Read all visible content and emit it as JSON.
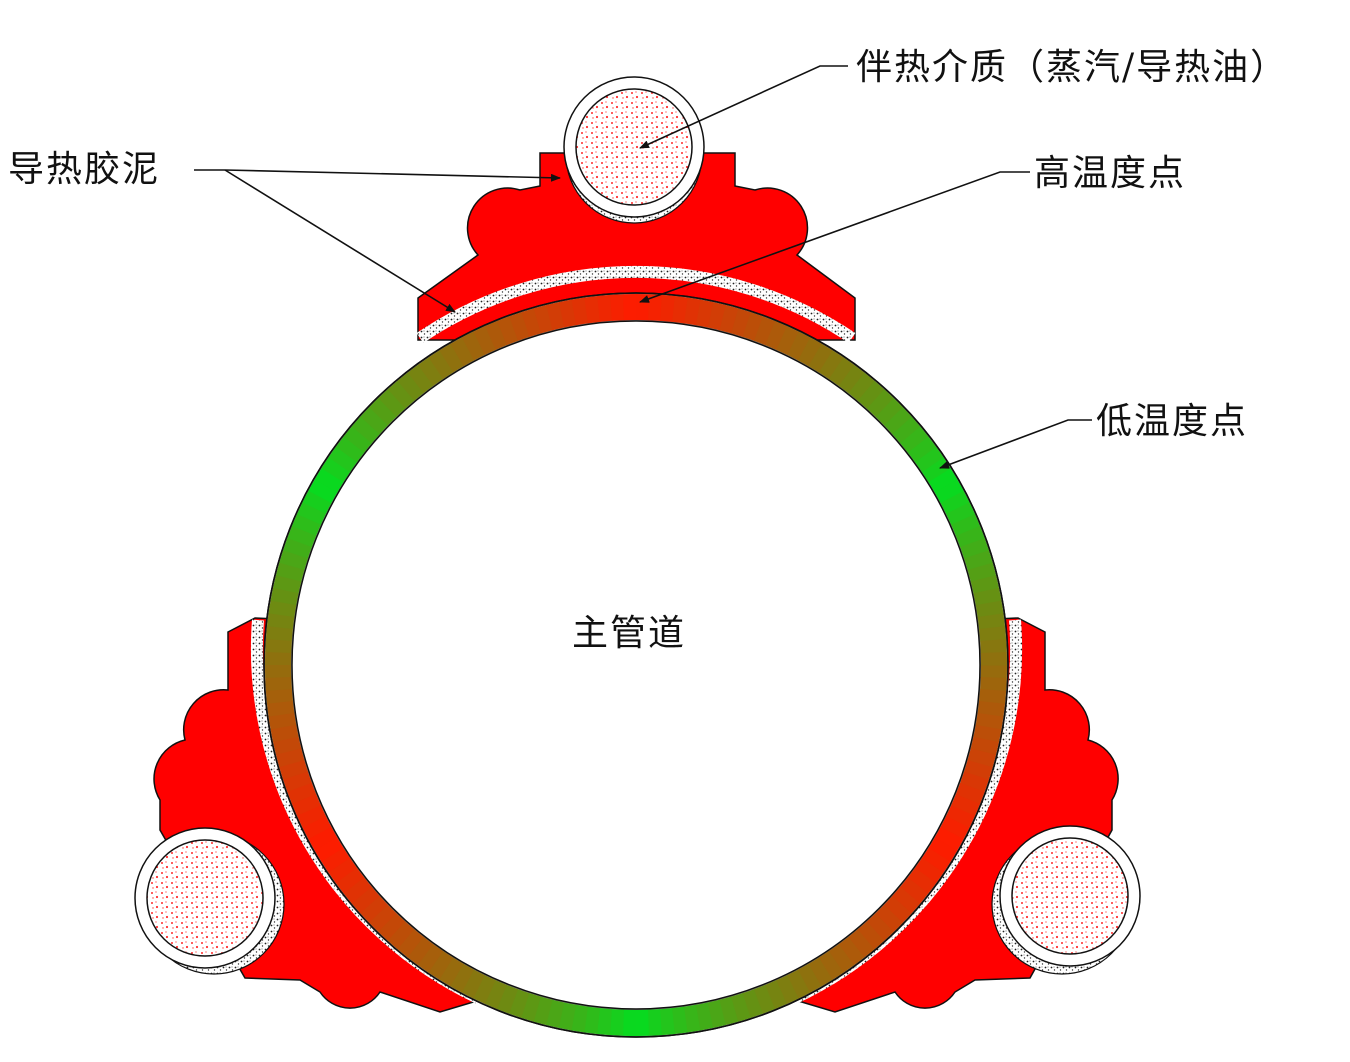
{
  "labels": {
    "tracing_medium": "伴热介质（蒸汽/导热油）",
    "heat_cement": "导热胶泥",
    "high_temp_point": "高温度点",
    "low_temp_point": "低温度点",
    "main_pipe": "主管道"
  },
  "colors": {
    "heat_block": "#ff0000",
    "pipe_hot": "#ff1a00",
    "pipe_cold": "#00e020",
    "cement": "#ffffff",
    "cement_speckle": "#222222",
    "medium_speckle": "#ff2a2a",
    "outline": "#111111"
  }
}
